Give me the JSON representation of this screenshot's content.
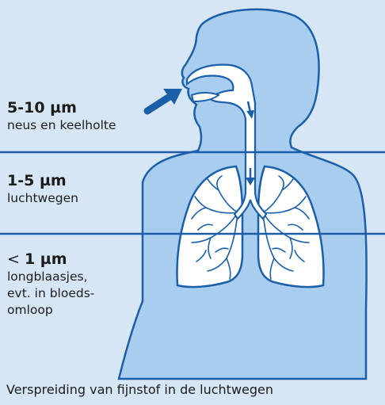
{
  "zones": [
    {
      "size": "5-10 µm",
      "description": "neus en keelholte"
    },
    {
      "size": "1-5 µm",
      "description": "luchtwegen"
    },
    {
      "size_prefix": "< ",
      "size": "1 µm",
      "description_lines": [
        "longblaasjes,",
        "evt. in bloeds-",
        "omloop"
      ]
    }
  ],
  "caption": "Verspreiding van fijnstof in de luchtwegen",
  "colors": {
    "background": "#d6e6f5",
    "body_fill": "#a8cdef",
    "outline": "#1a5fa8",
    "airway": "#ffffff",
    "text": "#1c1c1c"
  }
}
